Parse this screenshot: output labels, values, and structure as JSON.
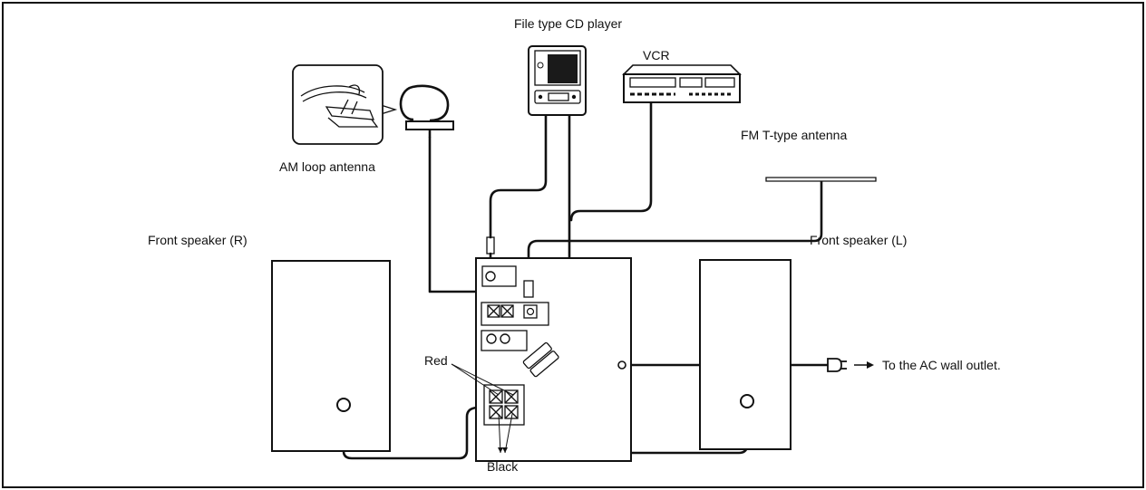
{
  "labels": {
    "cd_player": "File type CD player",
    "vcr": "VCR",
    "fm_antenna": "FM T-type antenna",
    "am_antenna": "AM loop antenna",
    "speaker_r": "Front speaker (R)",
    "speaker_l": "Front speaker (L)",
    "ac_outlet": "To the AC wall outlet.",
    "red": "Red",
    "black": "Black"
  },
  "colors": {
    "line": "#111111",
    "background": "#ffffff"
  }
}
